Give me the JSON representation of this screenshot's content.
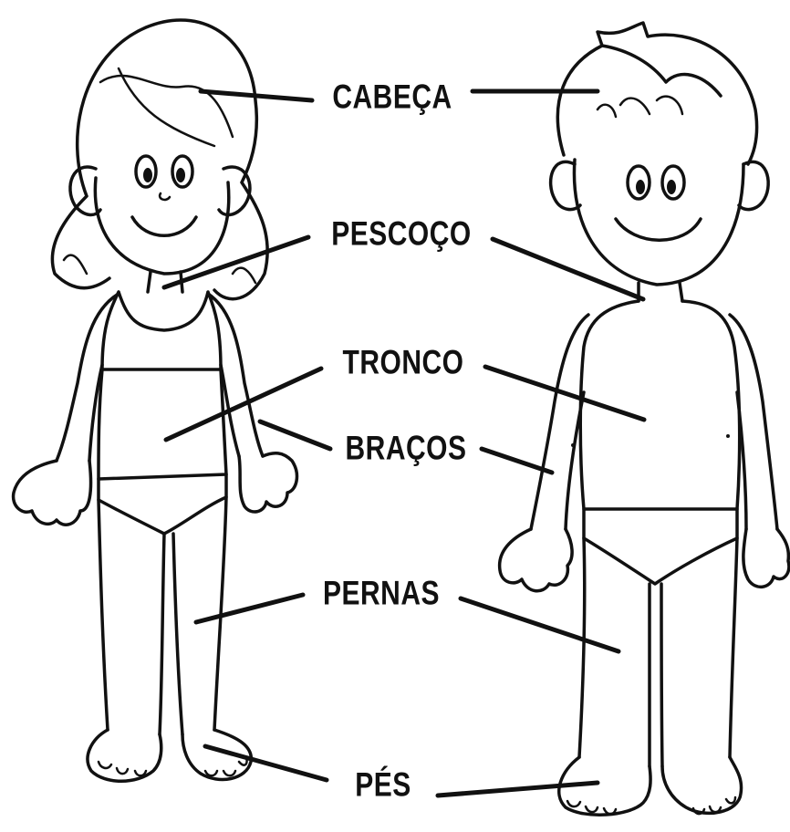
{
  "labels": {
    "head": "CABEÇA",
    "neck": "PESCOÇO",
    "trunk": "TRONCO",
    "arms": "BRAÇOS",
    "legs": "PERNAS",
    "feet": "PÉS"
  },
  "colors": {
    "line": "#111111",
    "background": "#ffffff"
  }
}
